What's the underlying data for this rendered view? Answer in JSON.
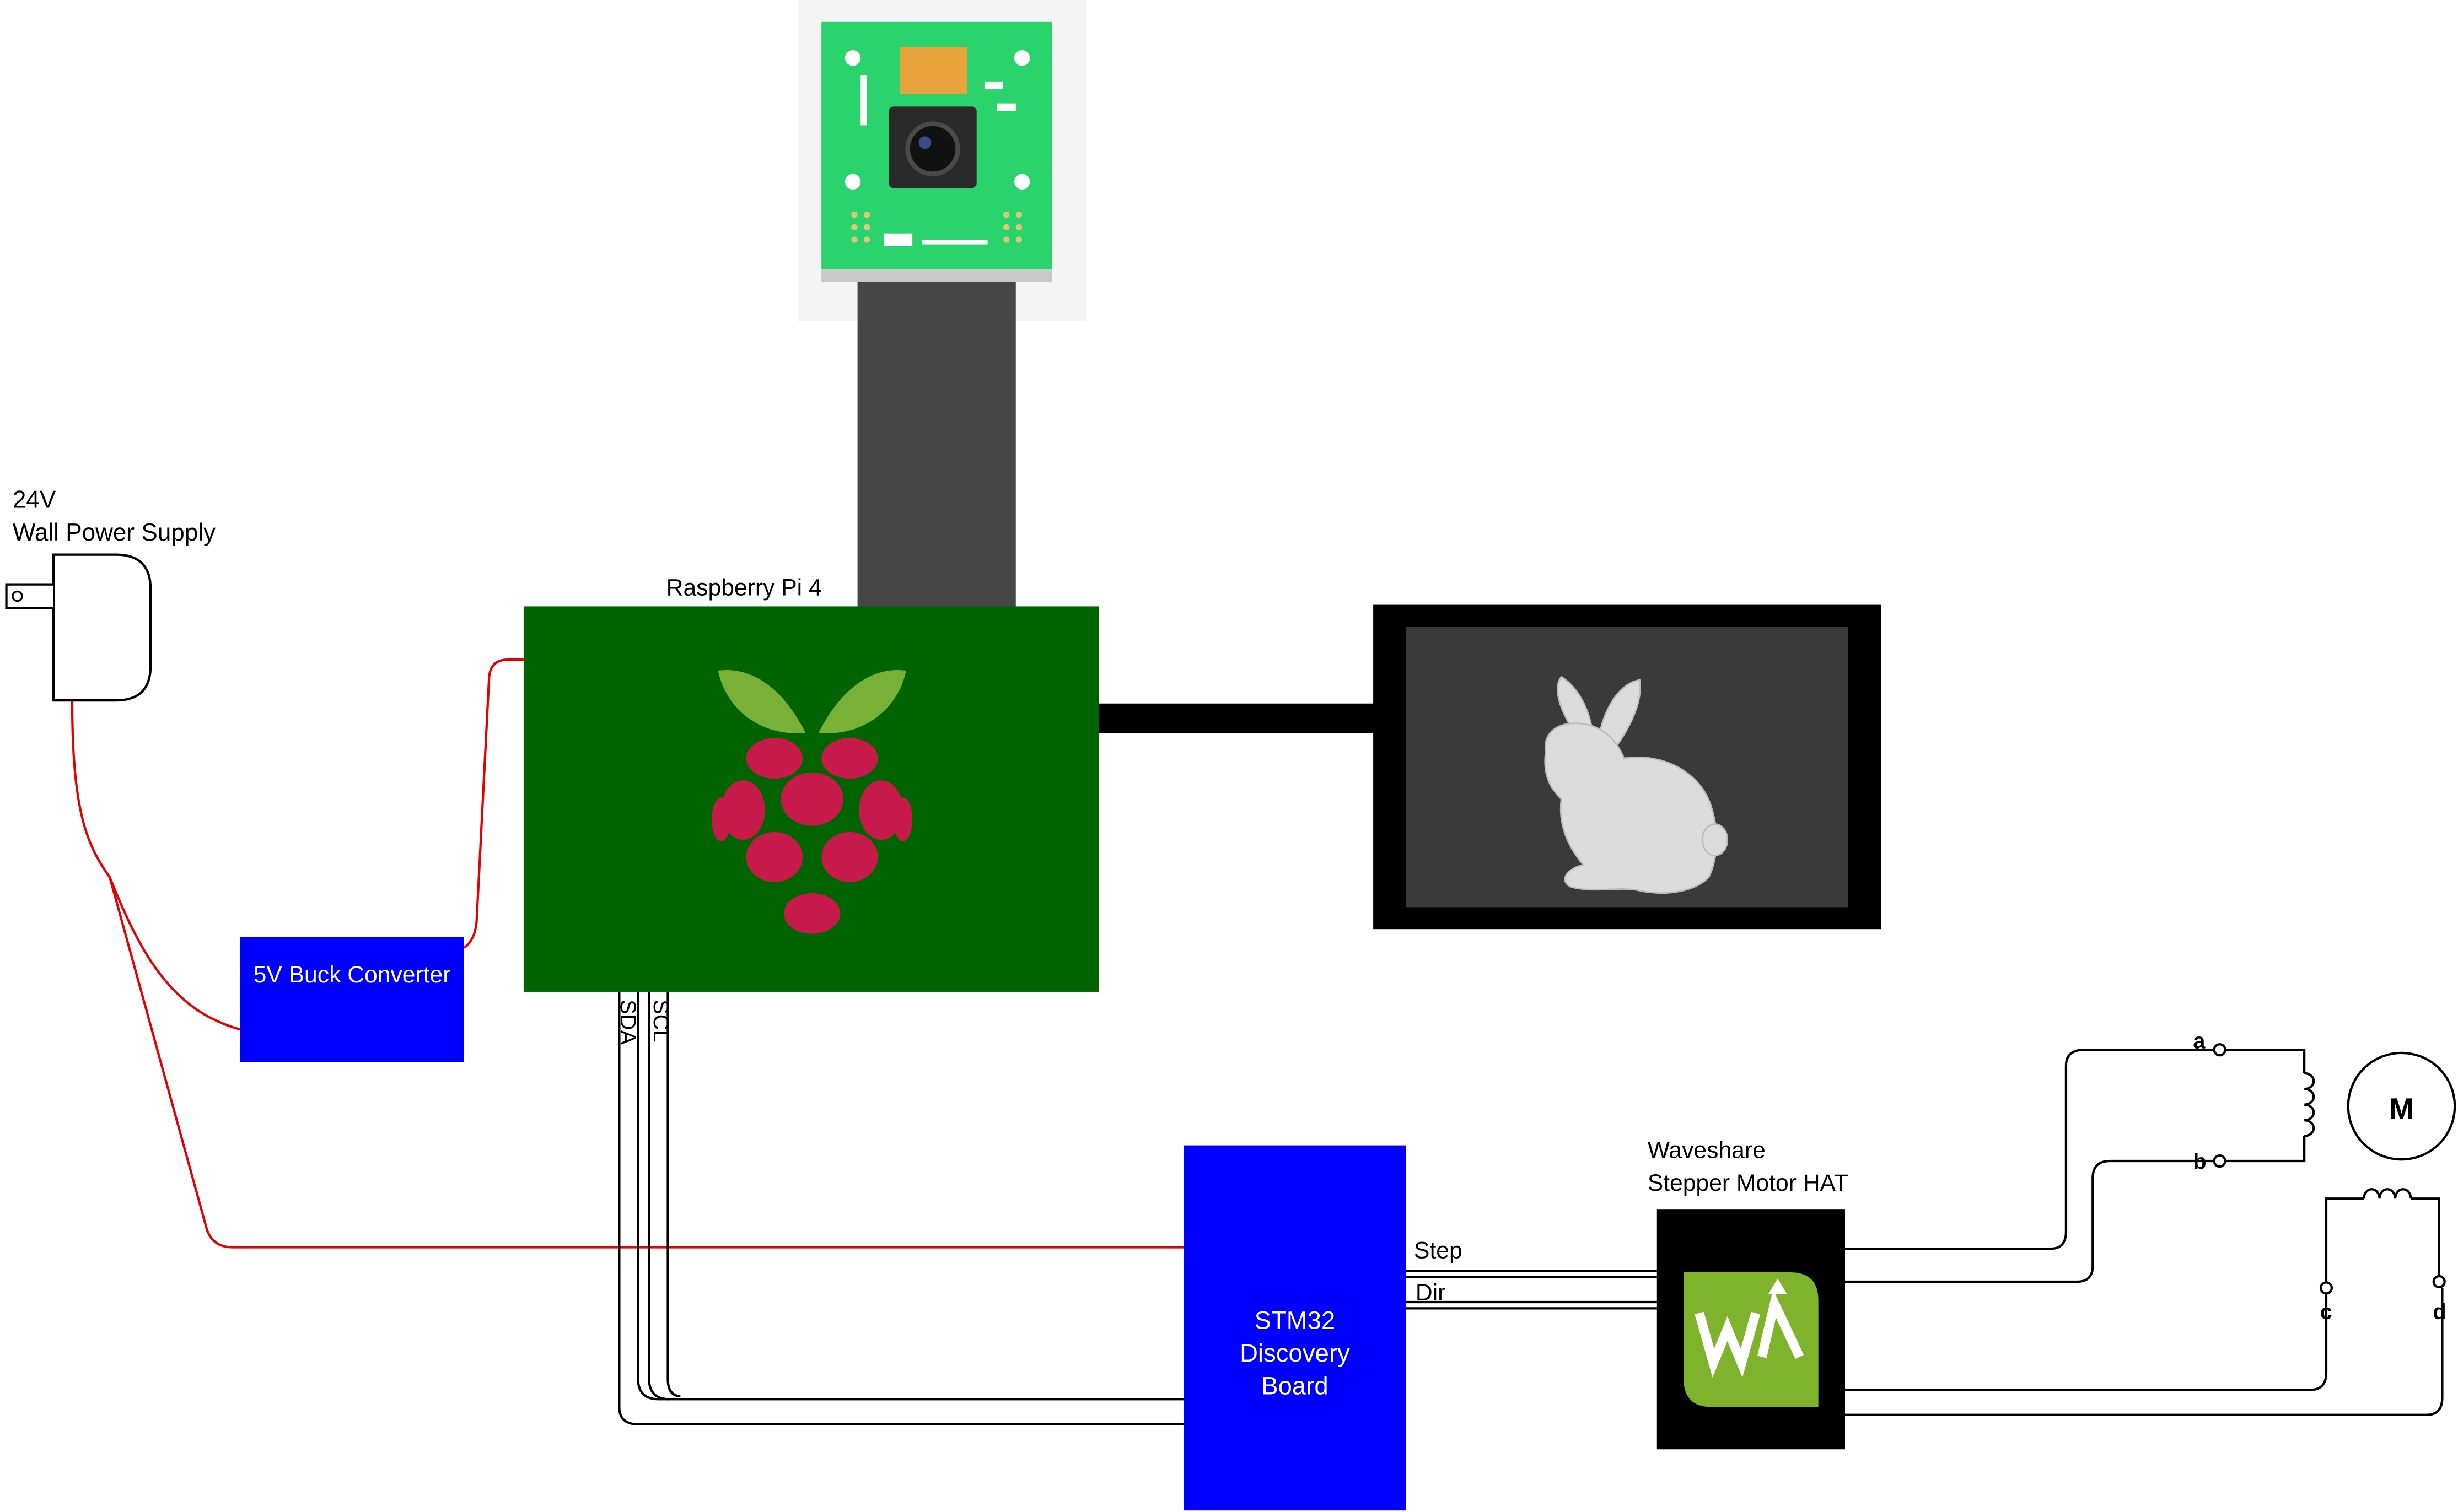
{
  "power_supply": {
    "label_line1": "24V",
    "label_line2": "Wall Power Supply"
  },
  "buck_converter": {
    "label": "5V Buck Converter"
  },
  "raspberry_pi": {
    "label": "Raspberry Pi 4"
  },
  "i2c": {
    "sda_label": "SDA",
    "scl_label": "SCL"
  },
  "stm32": {
    "line1": "STM32",
    "line2": "Discovery",
    "line3": "Board"
  },
  "signals": {
    "step_label": "Step",
    "dir_label": "Dir"
  },
  "motor_hat": {
    "label_line1": "Waveshare",
    "label_line2": "Stepper Motor HAT"
  },
  "motor": {
    "symbol": "M",
    "terminal_a": "a",
    "terminal_b": "b",
    "terminal_c": "c",
    "terminal_d": "d"
  },
  "colors": {
    "pi_board": "#006400",
    "blue_block": "#0000ff",
    "power_wire": "#e60000",
    "signal_wire": "#000000",
    "ribbon_cable": "#464646",
    "camera_pcb": "#2ad36b",
    "raspberry_leaf": "#78b038",
    "raspberry_berry": "#c51a4a",
    "waveshare_logo": "#7fb32b",
    "display_screen": "#3a3a3a"
  }
}
